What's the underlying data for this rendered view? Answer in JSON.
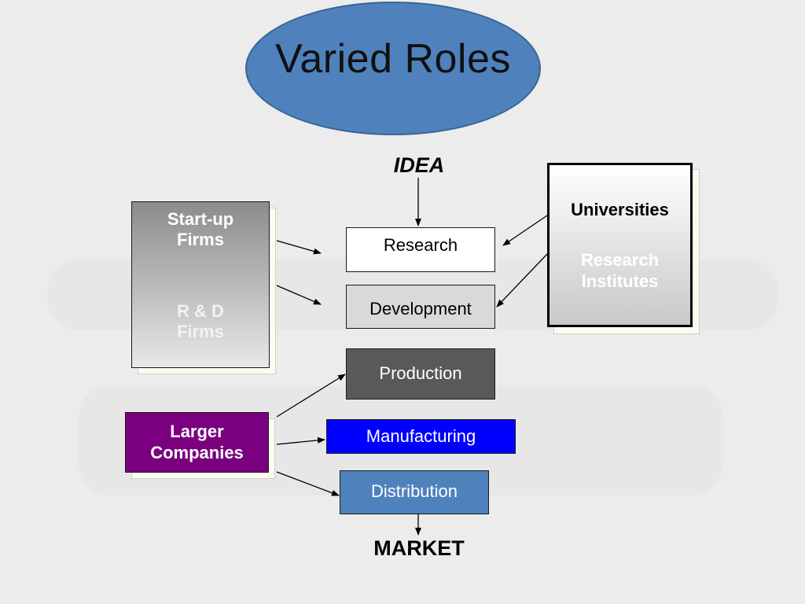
{
  "title": "Varied Roles",
  "idea": "IDEA",
  "market": "MARKET",
  "left_top": {
    "line1": "Start-up\nFirms",
    "line2": "R & D\nFirms"
  },
  "right": {
    "line1": "Universities",
    "line2": "Research\nInstitutes"
  },
  "left_bottom": {
    "label": "Larger\nCompanies"
  },
  "stages": {
    "research": "Research",
    "development": "Development",
    "production": "Production",
    "manufacturing": "Manufacturing",
    "distribution": "Distribution"
  },
  "colors": {
    "title_ellipse": "#4f81bd",
    "research": "#ffffff",
    "development": "#d9d9d9",
    "production": "#595959",
    "manufacturing": "#0000ff",
    "distribution": "#4f81bd",
    "larger_companies": "#7b0080"
  }
}
